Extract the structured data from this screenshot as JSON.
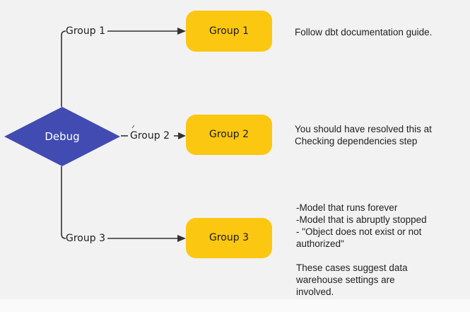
{
  "colors": {
    "bg": "#F2F2F3",
    "bg_bottom": "#FAFAFB",
    "node_fill": "#FBC711",
    "decision_fill": "#414BB2",
    "connector": "#333333",
    "connector_label": "#1E1E1E",
    "node_text": "#1A1A1A",
    "decision_text": "#FFFFFF",
    "annotation_text": "#1F1F1F"
  },
  "decision": {
    "label": "Debug"
  },
  "branches": [
    {
      "connector_label": "Group 1",
      "node_label": "Group 1",
      "annotation": "Follow dbt documentation guide."
    },
    {
      "connector_label": "Group 2",
      "node_label": "Group 2",
      "annotation": "You should have resolved this at\nChecking dependencies step"
    },
    {
      "connector_label": "Group 3",
      "node_label": "Group 3",
      "annotation": "-Model that runs forever\n-Model that is abruptly stopped\n- \"Object does not exist or not\nauthorized\"\n\nThese cases suggest data\nwarehouse settings are\ninvolved."
    }
  ]
}
